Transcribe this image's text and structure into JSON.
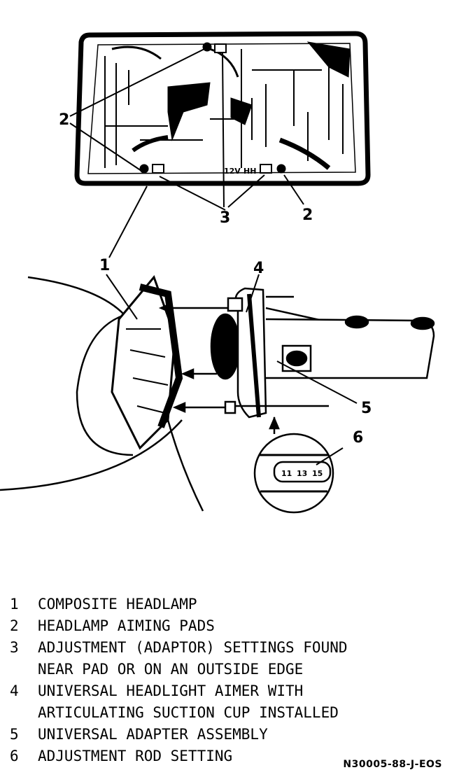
{
  "diagram": {
    "callouts": {
      "c1": "1",
      "c2a": "2",
      "c2b": "2",
      "c3": "3",
      "c4": "4",
      "c5": "5",
      "c6": "6"
    },
    "lamp_marks": {
      "voltage": "12V",
      "dash": "HH"
    },
    "rod_scale": [
      "11",
      "13",
      "15"
    ]
  },
  "legend": {
    "items": [
      {
        "num": "1",
        "lines": [
          "COMPOSITE HEADLAMP"
        ]
      },
      {
        "num": "2",
        "lines": [
          "HEADLAMP AIMING PADS"
        ]
      },
      {
        "num": "3",
        "lines": [
          "ADJUSTMENT (ADAPTOR) SETTINGS FOUND",
          "NEAR PAD OR ON AN OUTSIDE EDGE"
        ]
      },
      {
        "num": "4",
        "lines": [
          "UNIVERSAL HEADLIGHT AIMER WITH",
          "ARTICULATING SUCTION CUP INSTALLED"
        ]
      },
      {
        "num": "5",
        "lines": [
          "UNIVERSAL ADAPTER ASSEMBLY"
        ]
      },
      {
        "num": "6",
        "lines": [
          "ADJUSTMENT ROD SETTING"
        ]
      }
    ]
  },
  "figure_code": "N30005-88-J-EOS"
}
